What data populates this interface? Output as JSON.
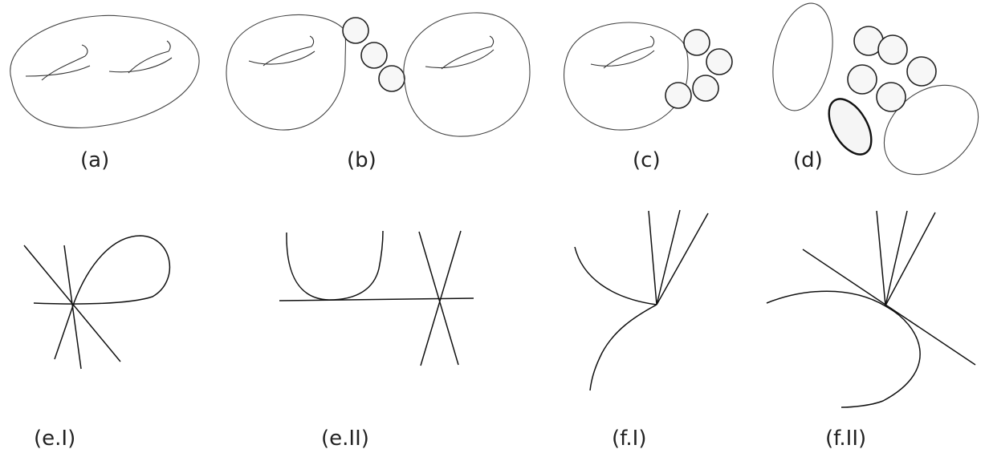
{
  "figure": {
    "labels": {
      "a": "(a)",
      "b": "(b)",
      "c": "(c)",
      "d": "(d)",
      "e1": "(e.I)",
      "e2": "(e.II)",
      "f1": "(f.I)",
      "f2": "(f.II)"
    }
  }
}
